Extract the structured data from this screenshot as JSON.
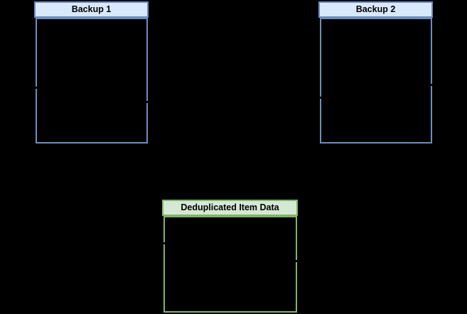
{
  "colors": {
    "canvas_bg": "#000000",
    "blue_fill": "#dae8fc",
    "blue_stroke": "#6c8ebf",
    "green_fill": "#d5e8d4",
    "green_stroke": "#82b366",
    "label_color": "#000000",
    "connector_color": "#000000"
  },
  "diagram": {
    "nodes": {
      "backup1": {
        "label": "Backup 1"
      },
      "backup2": {
        "label": "Backup 2"
      },
      "dedup": {
        "label": "Deduplicated Item Data"
      }
    }
  }
}
